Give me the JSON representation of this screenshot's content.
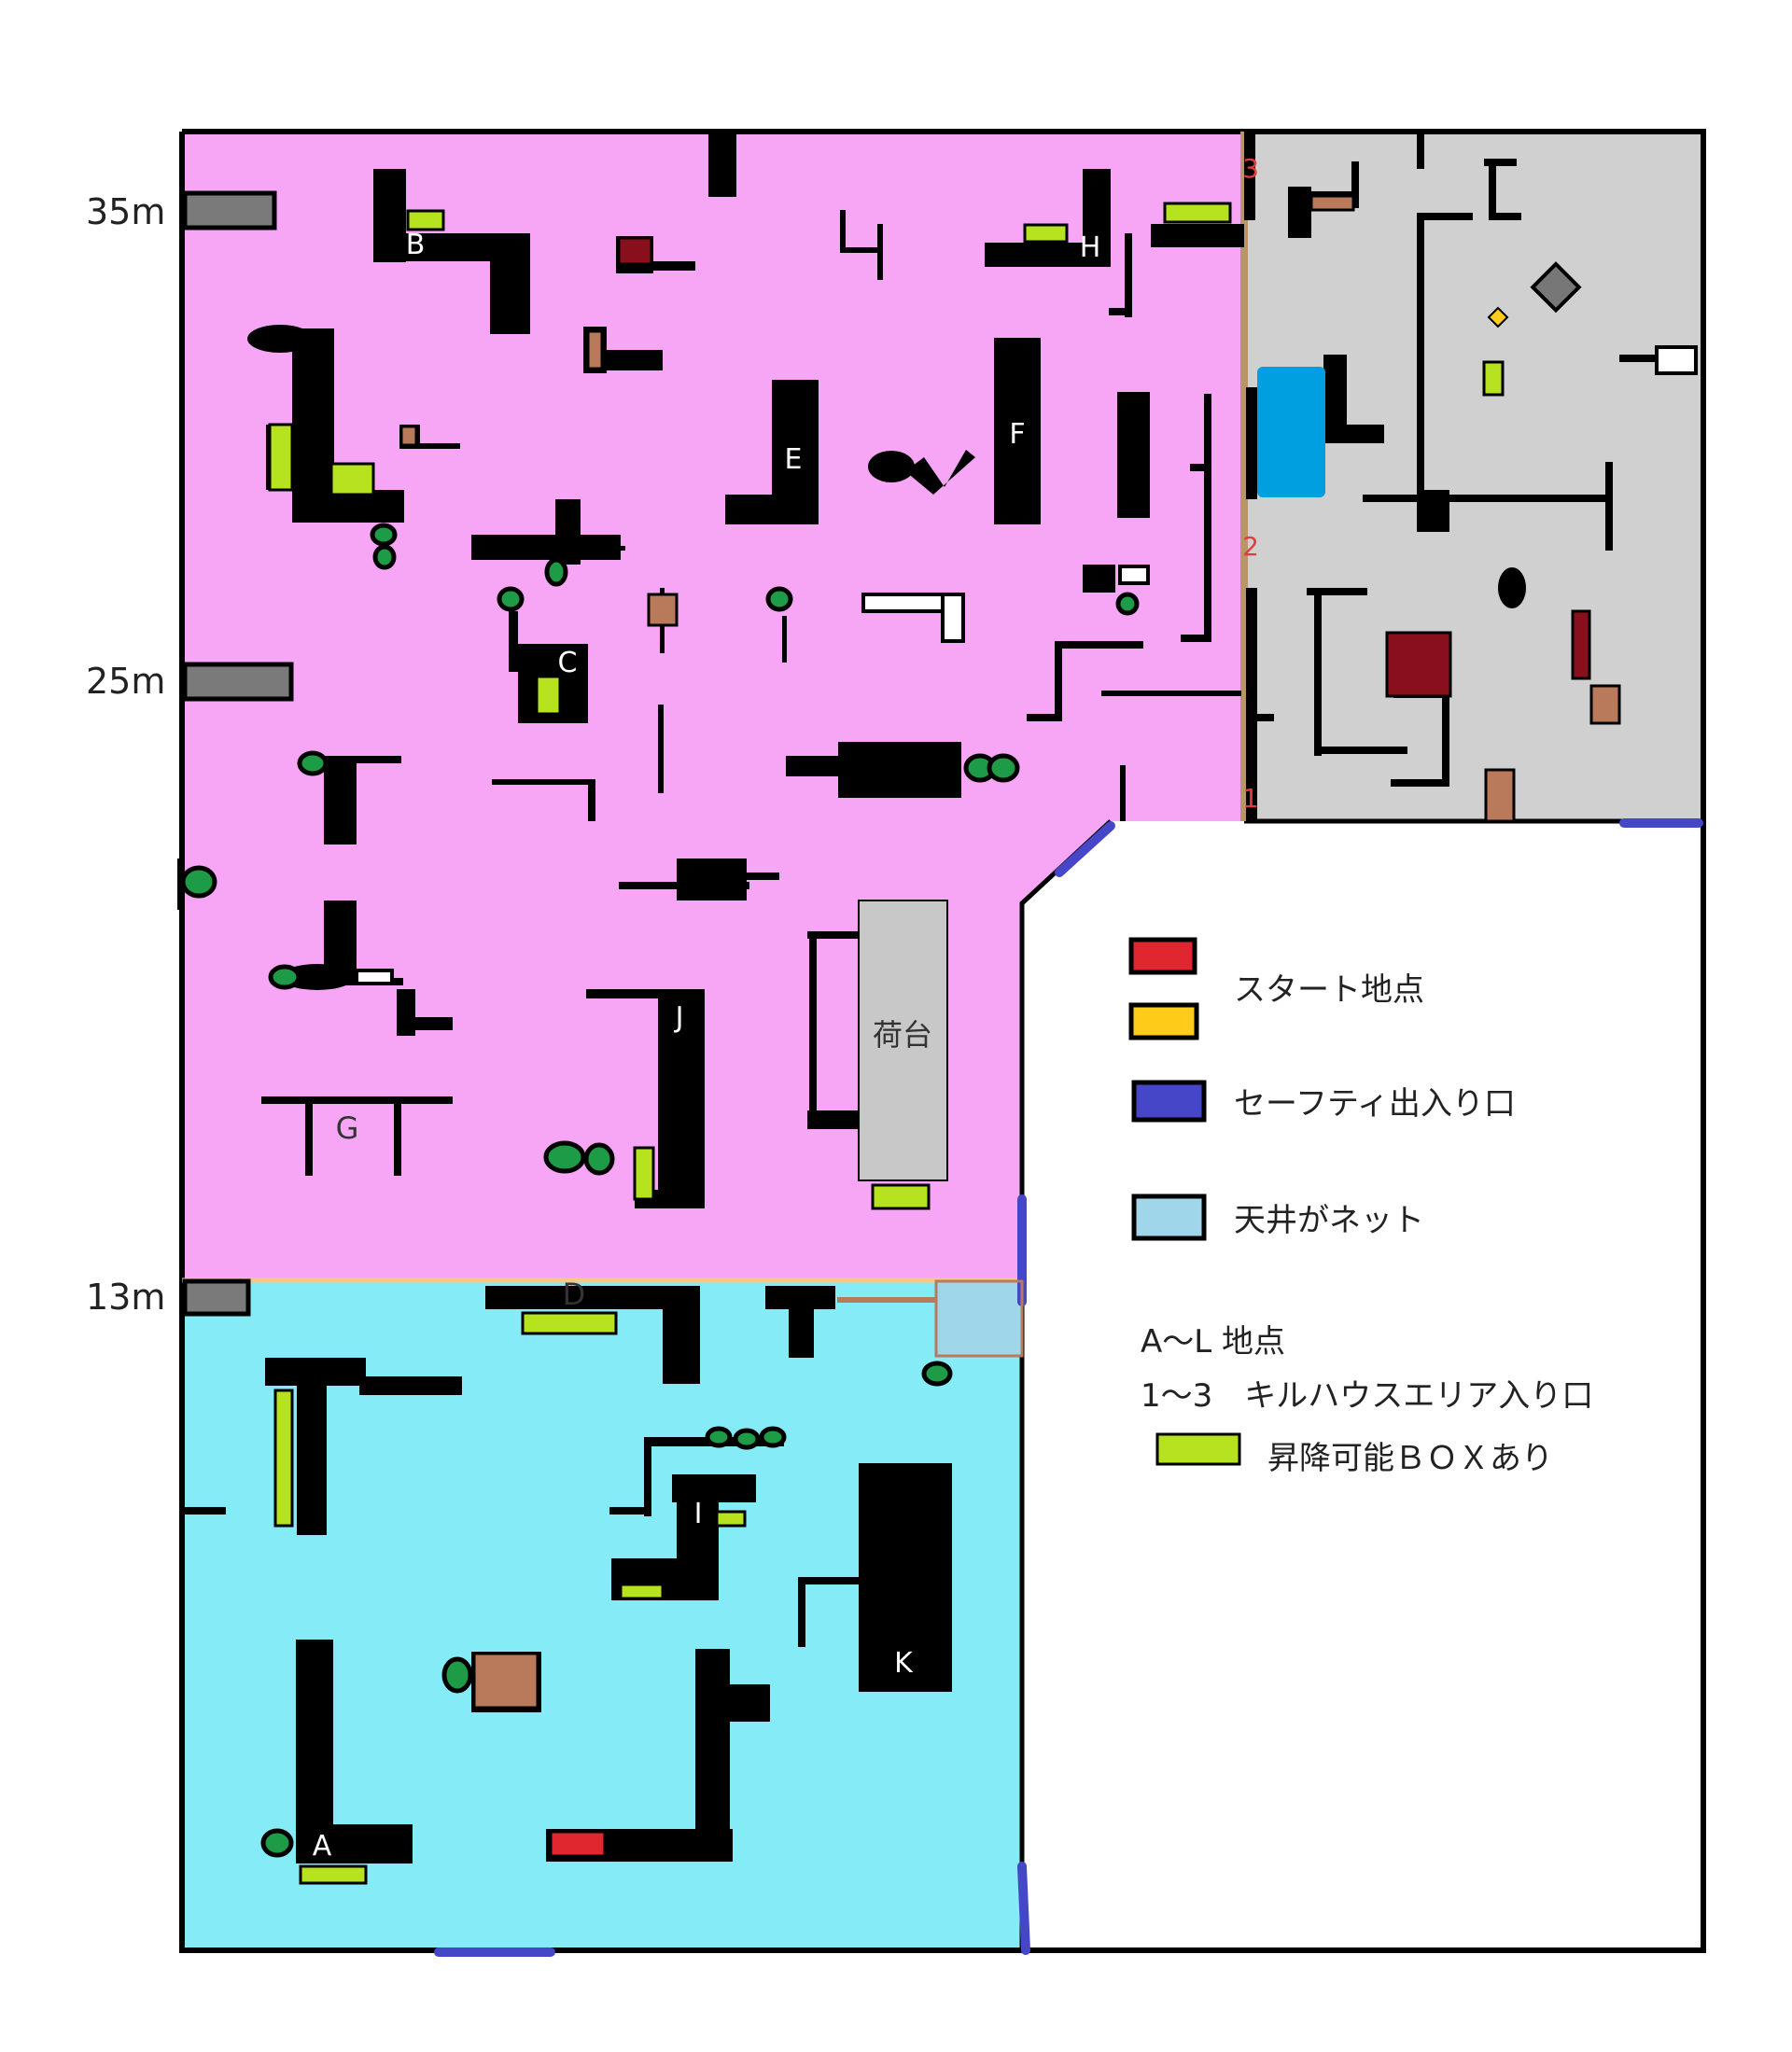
{
  "scale": {
    "label_35": "35m",
    "label_25": "25m",
    "label_13": "13m"
  },
  "zones": {
    "upper_color": "#f7a6f5",
    "lower_color": "#85ebf7",
    "killhouse_color": "#d0d0d0",
    "lower_divider_color": "#f5c98a"
  },
  "points": {
    "A": "A",
    "B": "B",
    "C": "C",
    "D": "D",
    "E": "E",
    "F": "F",
    "G": "G",
    "H": "H",
    "I": "I",
    "J": "J",
    "K": "K"
  },
  "entries": {
    "e1": "1",
    "e2": "2",
    "e3": "3"
  },
  "cargo_label": "荷台",
  "legend": {
    "start_label": "スタート地点",
    "safety_label": "セーフティ出入り口",
    "net_label": "天井がネット",
    "points_label": "A～L 地点",
    "killhouse_label": "1～3　キルハウスエリア入り口",
    "box_label": "昇降可能ＢＯＸあり",
    "colors": {
      "start_red": "#e0262e",
      "start_yellow": "#ffcc1a",
      "safety": "#4646c8",
      "net": "#9fd6ea",
      "box": "#b6e21f"
    }
  }
}
